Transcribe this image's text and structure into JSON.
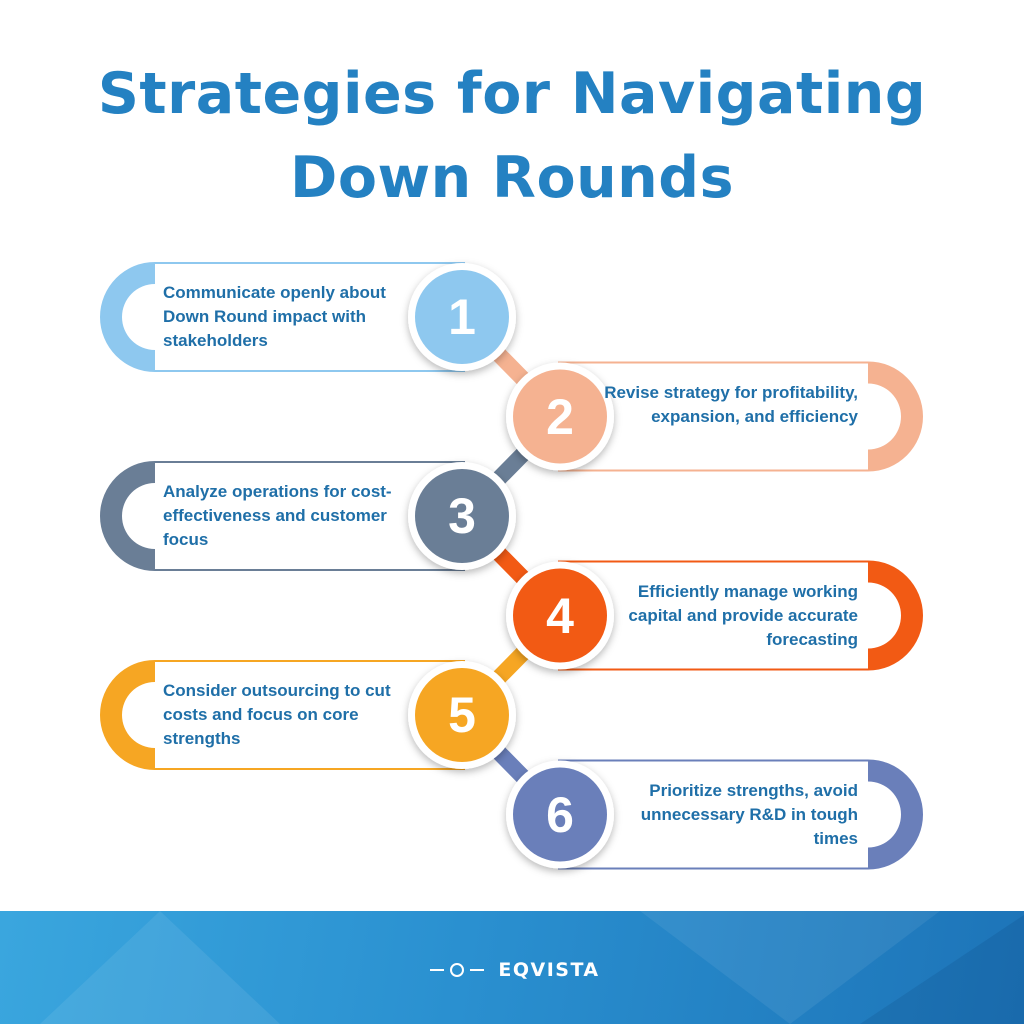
{
  "title": {
    "line1": "Strategies for Navigating",
    "line2": "Down Rounds"
  },
  "steps": [
    {
      "number": "1",
      "side": "left",
      "color": "#8ec8ef",
      "text": "Communicate openly about Down Round impact with stakeholders"
    },
    {
      "number": "2",
      "side": "right",
      "color": "#f5b291",
      "text": "Revise strategy for profitability, expansion, and efficiency"
    },
    {
      "number": "3",
      "side": "left",
      "color": "#6a7e96",
      "text": "Analyze operations for cost-effectiveness and customer focus"
    },
    {
      "number": "4",
      "side": "right",
      "color": "#f25a14",
      "text": "Efficiently manage working capital and provide accurate forecasting"
    },
    {
      "number": "5",
      "side": "left",
      "color": "#f6a623",
      "text": "Consider outsourcing to cut costs and focus on core strengths"
    },
    {
      "number": "6",
      "side": "right",
      "color": "#6a7fba",
      "text": "Prioritize strengths, avoid unnecessary R&D in tough times"
    }
  ],
  "footer": {
    "brand_name": "EQVISTA",
    "logo_icon": "eqvista-logo-icon"
  }
}
